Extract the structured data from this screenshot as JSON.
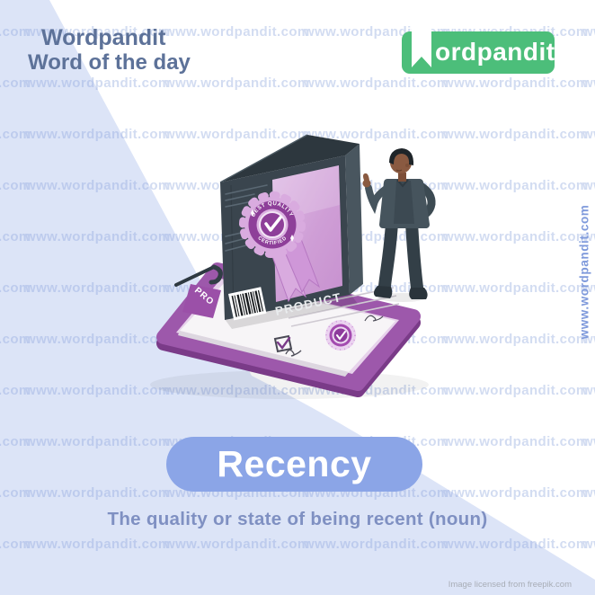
{
  "header": {
    "brand": "Wordpandit",
    "subtitle": "Word of the day"
  },
  "logo": {
    "text": "ordpandit"
  },
  "watermark": {
    "text": "www.wordpandit.com",
    "vertical_text": "www.wordpandit.com"
  },
  "word": {
    "term": "Recency",
    "definition": "The quality or state of being recent (noun)"
  },
  "illustration": {
    "box_label": "PRODUCT",
    "box_side_label": "PRO",
    "badge_top_text": "BEST QUALITY",
    "badge_bottom_text": "CERTIFIED"
  },
  "footer": {
    "license": "Image licensed from freepik.com"
  },
  "colors": {
    "background_blue": "#dce4f7",
    "logo_green": "#4cbe7a",
    "title_blue": "#5d7299",
    "pill_blue": "#8ba5e7",
    "definition_blue": "#7f90c2",
    "watermark_blue": "#8ca4dd",
    "clipboard_purple": "#9d58ab",
    "box_dark": "#3a454e",
    "box_pink": "#cf9ed6",
    "skin": "#8a5a41"
  }
}
